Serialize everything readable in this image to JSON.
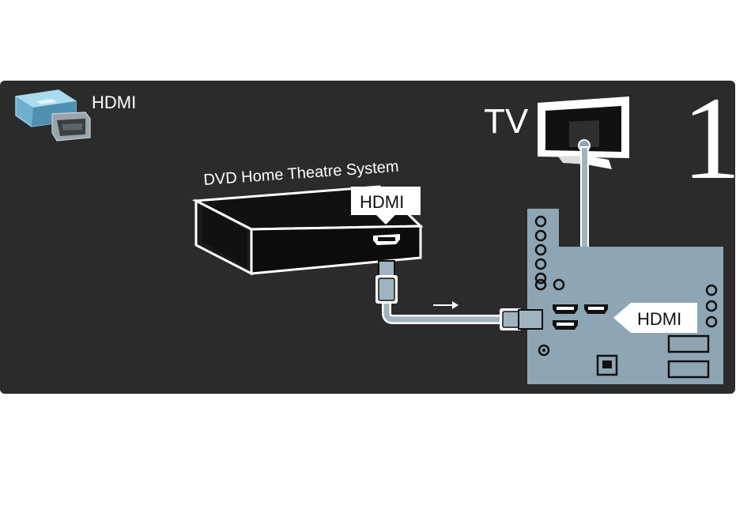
{
  "diagram": {
    "step_number": "1",
    "connector_title": "HDMI",
    "tv_label": "TV",
    "device_label": "DVD Home Theatre System",
    "device_port_label": "HDMI",
    "tv_port_label": "HDMI"
  },
  "colors": {
    "background": "#2b2b2b",
    "tv_panel": "#8ea6b3",
    "foreground": "#ffffff",
    "device_body": "#111111",
    "cable": "#9fb4bf"
  },
  "icons": {
    "connector": "hdmi-plug-icon",
    "direction": "arrow-right-icon"
  }
}
